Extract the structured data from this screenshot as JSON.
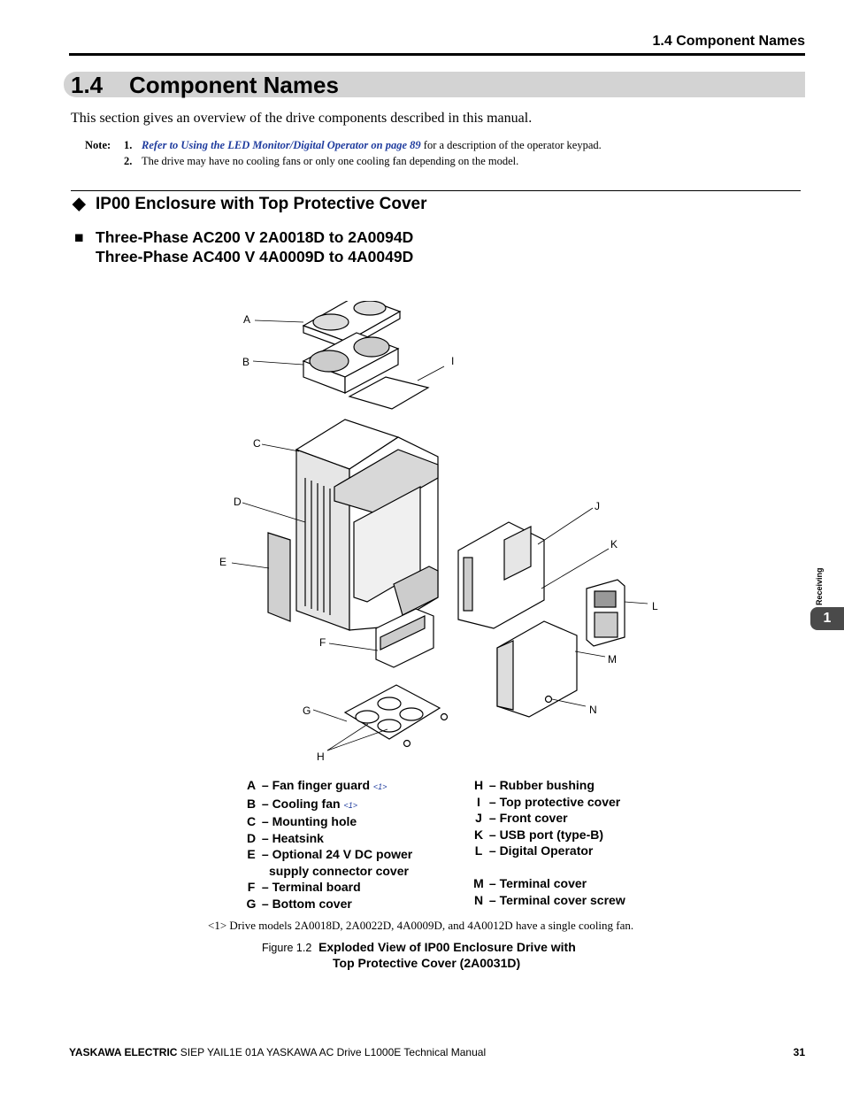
{
  "running_header": "1.4  Component Names",
  "section": {
    "number": "1.4",
    "title": "Component Names"
  },
  "intro": "This section gives an overview of the drive components described in this manual.",
  "notes": {
    "label": "Note:",
    "items": [
      {
        "num": "1.",
        "link": "Refer to Using the LED Monitor/Digital Operator on page 89",
        "text": " for a description of the operator keypad."
      },
      {
        "num": "2.",
        "link": "",
        "text": "The drive may have no cooling fans or only one cooling fan depending on the model."
      }
    ]
  },
  "subsection": {
    "marker": "◆",
    "title": "IP00 Enclosure with Top Protective Cover"
  },
  "subsubsection": {
    "marker": "■",
    "line1": "Three-Phase AC200 V 2A0018D to 2A0094D",
    "line2": "Three-Phase AC400 V 4A0009D to 4A0049D"
  },
  "figure_letters": [
    "A",
    "B",
    "C",
    "D",
    "E",
    "F",
    "G",
    "H",
    "I",
    "J",
    "K",
    "L",
    "M",
    "N"
  ],
  "legend_left": [
    {
      "key": "A",
      "label": "– Fan finger guard",
      "cite": "<1>"
    },
    {
      "key": "B",
      "label": "– Cooling fan",
      "cite": "<1>"
    },
    {
      "key": "C",
      "label": "– Mounting hole",
      "cite": ""
    },
    {
      "key": "D",
      "label": "– Heatsink",
      "cite": ""
    },
    {
      "key": "E",
      "label": "– Optional 24 V DC power",
      "cite": ""
    },
    {
      "key": "",
      "label": "supply connector cover",
      "cite": ""
    },
    {
      "key": "F",
      "label": "– Terminal board",
      "cite": ""
    },
    {
      "key": "G",
      "label": "– Bottom cover",
      "cite": ""
    }
  ],
  "legend_right": [
    {
      "key": "H",
      "label": "– Rubber bushing"
    },
    {
      "key": "I",
      "label": "– Top protective cover"
    },
    {
      "key": "J",
      "label": "– Front cover"
    },
    {
      "key": "K",
      "label": "– USB port (type-B)"
    },
    {
      "key": "L",
      "label": "– Digital Operator"
    },
    {
      "key": "",
      "label": ""
    },
    {
      "key": "M",
      "label": "– Terminal cover"
    },
    {
      "key": "N",
      "label": "– Terminal cover screw"
    }
  ],
  "footnote": "<1> Drive models 2A0018D, 2A0022D, 4A0009D, and 4A0012D have a single cooling fan.",
  "caption": {
    "label": "Figure 1.2",
    "line1": "Exploded View of IP00 Enclosure Drive with",
    "line2": "Top Protective Cover (2A0031D)"
  },
  "footer": {
    "brand": "YASKAWA ELECTRIC",
    "doc": " SIEP YAIL1E 01A YASKAWA AC Drive L1000E Technical Manual",
    "page": "31"
  },
  "side_tab": {
    "chapter": "1",
    "label": "Receiving"
  }
}
